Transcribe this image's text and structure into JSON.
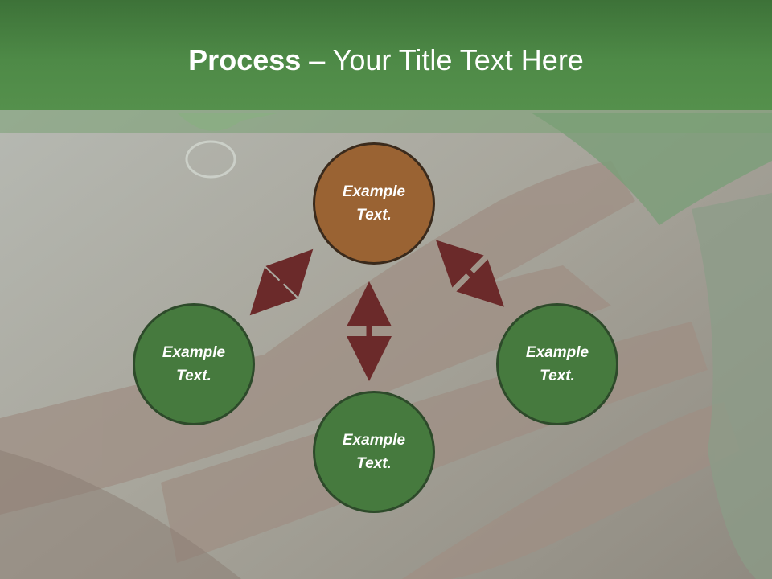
{
  "slide": {
    "title_bold": "Process",
    "title_rest": " – Your Title Text Here"
  },
  "diagram": {
    "nodes": [
      {
        "id": "top",
        "text": "Example Text.",
        "color": "#9a6333"
      },
      {
        "id": "left",
        "text": "Example Text.",
        "color": "#467a3e"
      },
      {
        "id": "right",
        "text": "Example Text.",
        "color": "#467a3e"
      },
      {
        "id": "bottom",
        "text": "Example Text.",
        "color": "#467a3e"
      }
    ],
    "arrow_color": "#6b2a2a",
    "header_color": "#4e8a47"
  }
}
